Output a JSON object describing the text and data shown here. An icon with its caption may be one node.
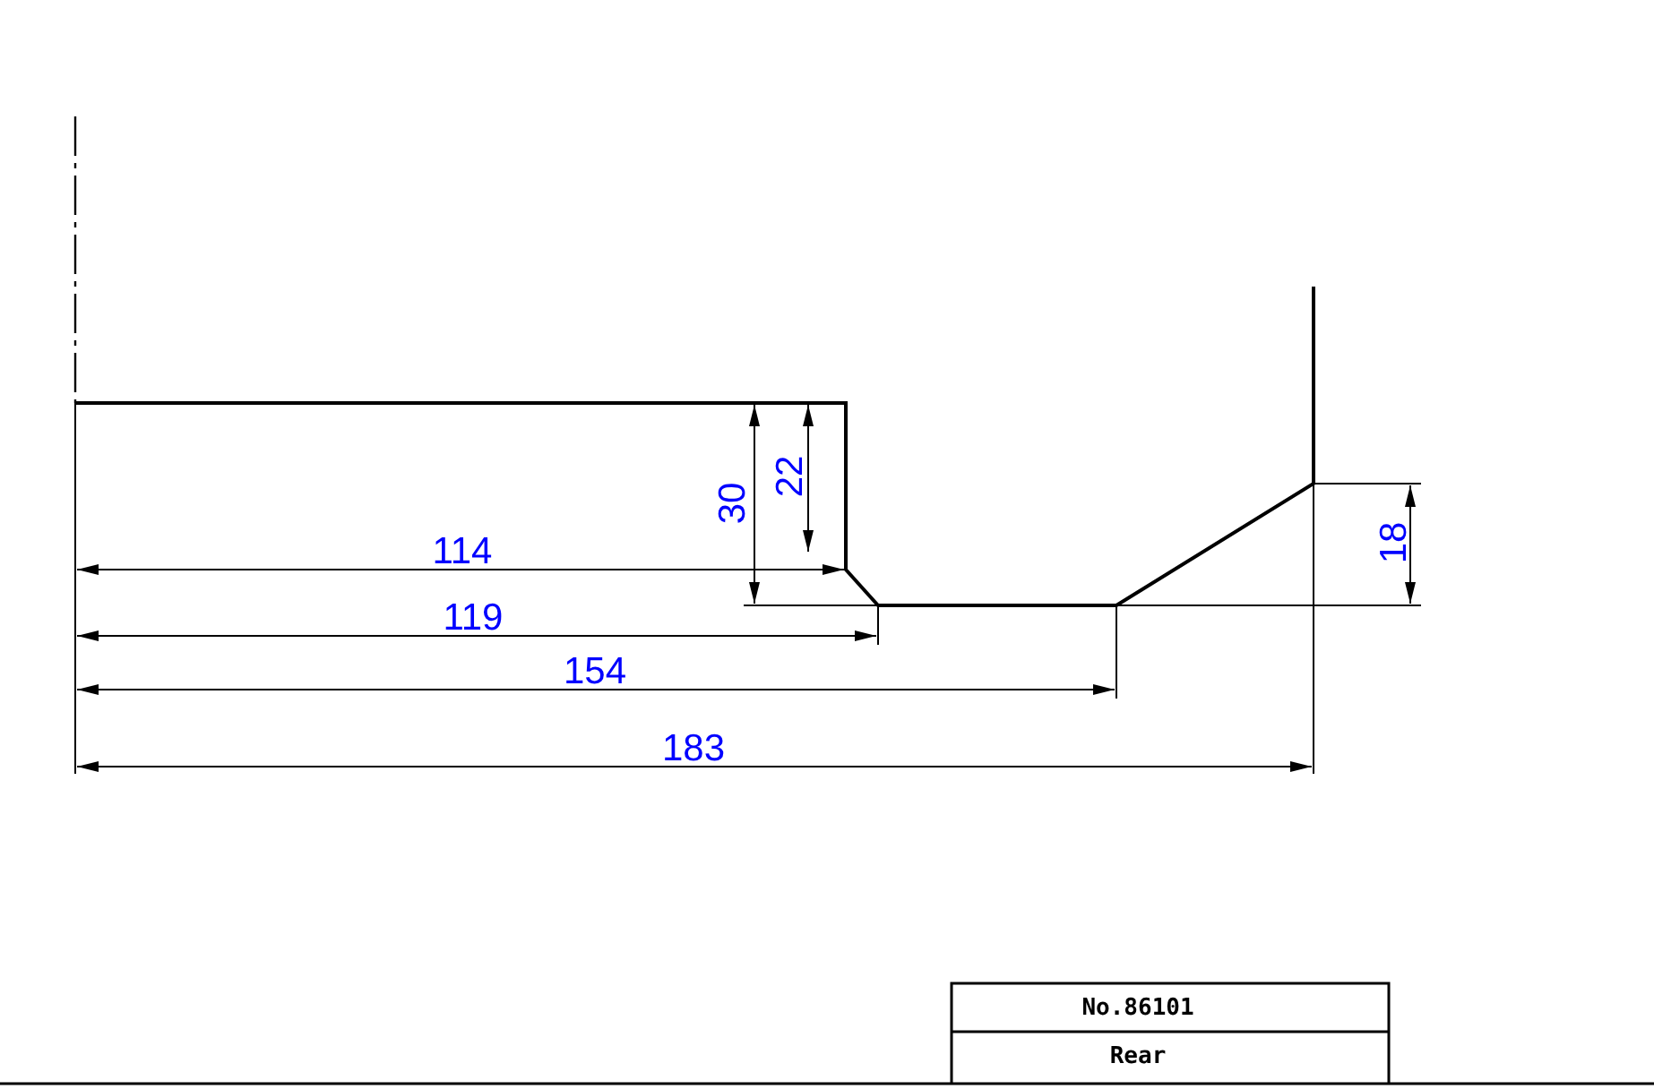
{
  "diagram": {
    "labels": [
      "22",
      "30",
      "114",
      "18",
      "119",
      "154",
      "183",
      "No.86101",
      "Rear"
    ]
  }
}
